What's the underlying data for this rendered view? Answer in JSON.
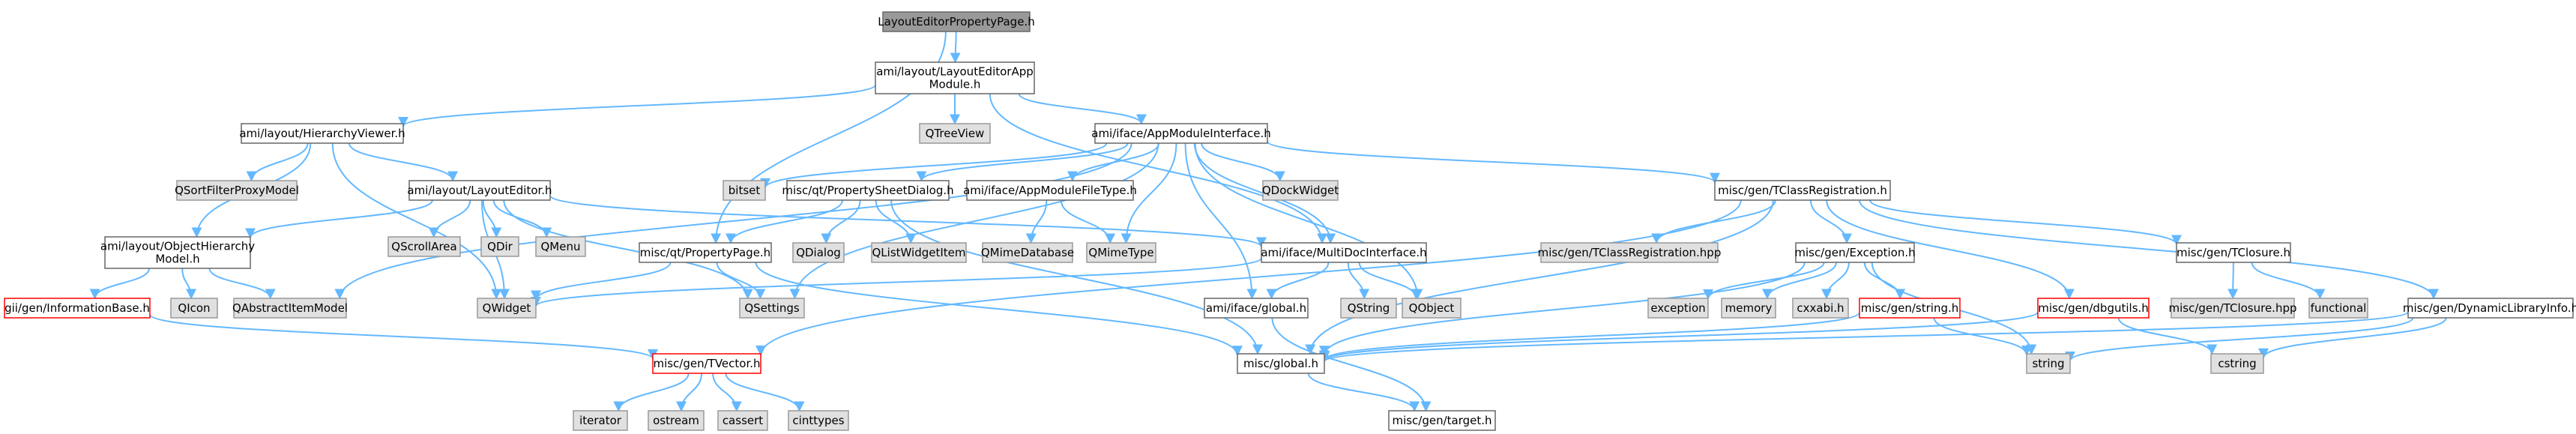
{
  "diagram": {
    "colors": {
      "edge": "#63b8ff",
      "root_fill": "#999999",
      "internal_fill": "#ffffff",
      "internal_stroke": "#666666",
      "external_fill": "#e0e0e0",
      "external_stroke": "#999999",
      "missing_stroke": "#ff0000"
    },
    "nodes": [
      {
        "id": "root",
        "label": "LayoutEditorPropertyPage.h",
        "kind": "root"
      },
      {
        "id": "appmodule",
        "label": "ami/layout/LayoutEditorApp\nModule.h",
        "kind": "internal"
      },
      {
        "id": "hierviewer",
        "label": "ami/layout/HierarchyViewer.h",
        "kind": "internal"
      },
      {
        "id": "qtreeview",
        "label": "QTreeView",
        "kind": "external"
      },
      {
        "id": "appmoduleiface",
        "label": "ami/iface/AppModuleInterface.h",
        "kind": "internal"
      },
      {
        "id": "qsortfilter",
        "label": "QSortFilterProxyModel",
        "kind": "external"
      },
      {
        "id": "layouteditor",
        "label": "ami/layout/LayoutEditor.h",
        "kind": "internal"
      },
      {
        "id": "bitset",
        "label": "bitset",
        "kind": "external"
      },
      {
        "id": "propsheet",
        "label": "misc/qt/PropertySheetDialog.h",
        "kind": "internal"
      },
      {
        "id": "filetype",
        "label": "ami/iface/AppModuleFileType.h",
        "kind": "internal"
      },
      {
        "id": "qdockwidget",
        "label": "QDockWidget",
        "kind": "external"
      },
      {
        "id": "tclassreg",
        "label": "misc/gen/TClassRegistration.h",
        "kind": "internal"
      },
      {
        "id": "objhier",
        "label": "ami/layout/ObjectHierarchy\nModel.h",
        "kind": "internal"
      },
      {
        "id": "qscrollarea",
        "label": "QScrollArea",
        "kind": "external"
      },
      {
        "id": "qdir",
        "label": "QDir",
        "kind": "external"
      },
      {
        "id": "qmenu",
        "label": "QMenu",
        "kind": "external"
      },
      {
        "id": "proppage",
        "label": "misc/qt/PropertyPage.h",
        "kind": "internal"
      },
      {
        "id": "qdialog",
        "label": "QDialog",
        "kind": "external"
      },
      {
        "id": "qlistwidget",
        "label": "QListWidgetItem",
        "kind": "external"
      },
      {
        "id": "qmimedb",
        "label": "QMimeDatabase",
        "kind": "external"
      },
      {
        "id": "qmimetype",
        "label": "QMimeType",
        "kind": "external"
      },
      {
        "id": "multidoc",
        "label": "ami/iface/MultiDocInterface.h",
        "kind": "internal"
      },
      {
        "id": "tclassreghpp",
        "label": "misc/gen/TClassRegistration.hpp",
        "kind": "external"
      },
      {
        "id": "exception",
        "label": "misc/gen/Exception.h",
        "kind": "internal"
      },
      {
        "id": "tclosure",
        "label": "misc/gen/TClosure.h",
        "kind": "internal"
      },
      {
        "id": "infobase",
        "label": "gii/gen/InformationBase.h",
        "kind": "missing"
      },
      {
        "id": "qicon",
        "label": "QIcon",
        "kind": "external"
      },
      {
        "id": "qabsitem",
        "label": "QAbstractItemModel",
        "kind": "external"
      },
      {
        "id": "qwidget",
        "label": "QWidget",
        "kind": "external"
      },
      {
        "id": "qsettings",
        "label": "QSettings",
        "kind": "external"
      },
      {
        "id": "ifaceglobal",
        "label": "ami/iface/global.h",
        "kind": "internal"
      },
      {
        "id": "qstring",
        "label": "QString",
        "kind": "external"
      },
      {
        "id": "qobject",
        "label": "QObject",
        "kind": "external"
      },
      {
        "id": "exceptionstd",
        "label": "exception",
        "kind": "external"
      },
      {
        "id": "memory",
        "label": "memory",
        "kind": "external"
      },
      {
        "id": "cxxabi",
        "label": "cxxabi.h",
        "kind": "external"
      },
      {
        "id": "genstring",
        "label": "misc/gen/string.h",
        "kind": "missing"
      },
      {
        "id": "dbgutils",
        "label": "misc/gen/dbgutils.h",
        "kind": "missing"
      },
      {
        "id": "tclosurehpp",
        "label": "misc/gen/TClosure.hpp",
        "kind": "external"
      },
      {
        "id": "functional",
        "label": "functional",
        "kind": "external"
      },
      {
        "id": "dynlib",
        "label": "misc/gen/DynamicLibraryInfo.h",
        "kind": "internal"
      },
      {
        "id": "tvector",
        "label": "misc/gen/TVector.h",
        "kind": "missing"
      },
      {
        "id": "miscglobal",
        "label": "misc/global.h",
        "kind": "internal"
      },
      {
        "id": "string",
        "label": "string",
        "kind": "external"
      },
      {
        "id": "cstring",
        "label": "cstring",
        "kind": "external"
      },
      {
        "id": "iterator",
        "label": "iterator",
        "kind": "external"
      },
      {
        "id": "ostream",
        "label": "ostream",
        "kind": "external"
      },
      {
        "id": "cassert",
        "label": "cassert",
        "kind": "external"
      },
      {
        "id": "cinttypes",
        "label": "cinttypes",
        "kind": "external"
      },
      {
        "id": "target",
        "label": "misc/gen/target.h",
        "kind": "internal"
      }
    ],
    "edges": [
      [
        "root",
        "appmodule"
      ],
      [
        "root",
        "proppage"
      ],
      [
        "appmodule",
        "hierviewer"
      ],
      [
        "appmodule",
        "qtreeview"
      ],
      [
        "appmodule",
        "appmoduleiface"
      ],
      [
        "appmodule",
        "multidoc"
      ],
      [
        "hierviewer",
        "qsortfilter"
      ],
      [
        "hierviewer",
        "layouteditor"
      ],
      [
        "hierviewer",
        "objhier"
      ],
      [
        "hierviewer",
        "qwidget"
      ],
      [
        "appmoduleiface",
        "bitset"
      ],
      [
        "appmoduleiface",
        "propsheet"
      ],
      [
        "appmoduleiface",
        "filetype"
      ],
      [
        "appmoduleiface",
        "qdockwidget"
      ],
      [
        "appmoduleiface",
        "tclassreg"
      ],
      [
        "appmoduleiface",
        "qabsitem"
      ],
      [
        "appmoduleiface",
        "qmimetype"
      ],
      [
        "appmoduleiface",
        "multidoc"
      ],
      [
        "appmoduleiface",
        "ifaceglobal"
      ],
      [
        "appmoduleiface",
        "qsettings"
      ],
      [
        "appmoduleiface",
        "qobject"
      ],
      [
        "layouteditor",
        "objhier"
      ],
      [
        "layouteditor",
        "qscrollarea"
      ],
      [
        "layouteditor",
        "qdir"
      ],
      [
        "layouteditor",
        "qmenu"
      ],
      [
        "layouteditor",
        "multidoc"
      ],
      [
        "layouteditor",
        "qwidget"
      ],
      [
        "layouteditor",
        "qsettings"
      ],
      [
        "propsheet",
        "proppage"
      ],
      [
        "propsheet",
        "qdialog"
      ],
      [
        "propsheet",
        "qlistwidget"
      ],
      [
        "propsheet",
        "miscglobal"
      ],
      [
        "filetype",
        "qmimedb"
      ],
      [
        "filetype",
        "qmimetype"
      ],
      [
        "tclassreg",
        "tclassreghpp"
      ],
      [
        "tclassreg",
        "exception"
      ],
      [
        "tclassreg",
        "tclosure"
      ],
      [
        "tclassreg",
        "dbgutils"
      ],
      [
        "tclassreg",
        "dynlib"
      ],
      [
        "tclassreg",
        "miscglobal"
      ],
      [
        "tclassreg",
        "tvector"
      ],
      [
        "objhier",
        "infobase"
      ],
      [
        "objhier",
        "qicon"
      ],
      [
        "objhier",
        "qabsitem"
      ],
      [
        "proppage",
        "qwidget"
      ],
      [
        "proppage",
        "qsettings"
      ],
      [
        "proppage",
        "miscglobal"
      ],
      [
        "multidoc",
        "qwidget"
      ],
      [
        "multidoc",
        "ifaceglobal"
      ],
      [
        "multidoc",
        "qstring"
      ],
      [
        "multidoc",
        "qobject"
      ],
      [
        "exception",
        "exceptionstd"
      ],
      [
        "exception",
        "memory"
      ],
      [
        "exception",
        "cxxabi"
      ],
      [
        "exception",
        "genstring"
      ],
      [
        "exception",
        "string"
      ],
      [
        "exception",
        "miscglobal"
      ],
      [
        "tclosure",
        "tclosurehpp"
      ],
      [
        "tclosure",
        "functional"
      ],
      [
        "infobase",
        "tvector"
      ],
      [
        "ifaceglobal",
        "target"
      ],
      [
        "genstring",
        "miscglobal"
      ],
      [
        "genstring",
        "string"
      ],
      [
        "dbgutils",
        "miscglobal"
      ],
      [
        "dbgutils",
        "cstring"
      ],
      [
        "dynlib",
        "miscglobal"
      ],
      [
        "dynlib",
        "string"
      ],
      [
        "dynlib",
        "cstring"
      ],
      [
        "tvector",
        "iterator"
      ],
      [
        "tvector",
        "ostream"
      ],
      [
        "tvector",
        "cassert"
      ],
      [
        "tvector",
        "cinttypes"
      ],
      [
        "miscglobal",
        "target"
      ]
    ]
  }
}
